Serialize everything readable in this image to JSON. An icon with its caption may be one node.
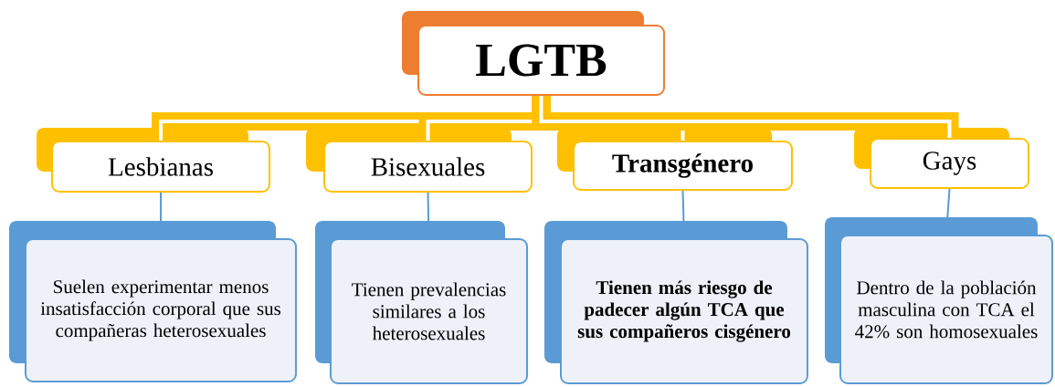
{
  "diagram": {
    "nodes": [
      {
        "text": [
          "LGTB"
        ]
      },
      {
        "text": [
          "Lesbianas"
        ]
      },
      {
        "text": [
          "Bisexuales"
        ]
      },
      {
        "text": [
          "Transgénero"
        ]
      },
      {
        "text": [
          "Gays"
        ]
      },
      {
        "text": [
          "Suelen experimentar menos insatisfacción corporal que sus compañeras heterosexuales"
        ]
      },
      {
        "text": [
          "Tienen prevalencias similares a los heterosexuales"
        ]
      },
      {
        "text": [
          "Tienen más riesgo de padecer algún TCA que sus compañeros cisgénero"
        ]
      },
      {
        "text": [
          "Dentro de la población masculina con TCA el 42% son homosexuales"
        ]
      }
    ],
    "edges": [
      {
        "from": 0,
        "to": 1,
        "arrow": "none",
        "style": "thick",
        "color": "#ffc000"
      },
      {
        "from": 0,
        "to": 2,
        "arrow": "none",
        "style": "thick",
        "color": "#ffc000"
      },
      {
        "from": 0,
        "to": 3,
        "arrow": "none",
        "style": "thick",
        "color": "#ffc000"
      },
      {
        "from": 0,
        "to": 4,
        "arrow": "none",
        "style": "thick",
        "color": "#ffc000"
      },
      {
        "from": 1,
        "to": 5,
        "arrow": "none",
        "color": "#5b9bd5"
      },
      {
        "from": 2,
        "to": 6,
        "arrow": "none",
        "color": "#5b9bd5"
      },
      {
        "from": 3,
        "to": 7,
        "arrow": "none",
        "color": "#5b9bd5"
      },
      {
        "from": 4,
        "to": 8,
        "arrow": "none",
        "color": "#5b9bd5"
      }
    ]
  }
}
